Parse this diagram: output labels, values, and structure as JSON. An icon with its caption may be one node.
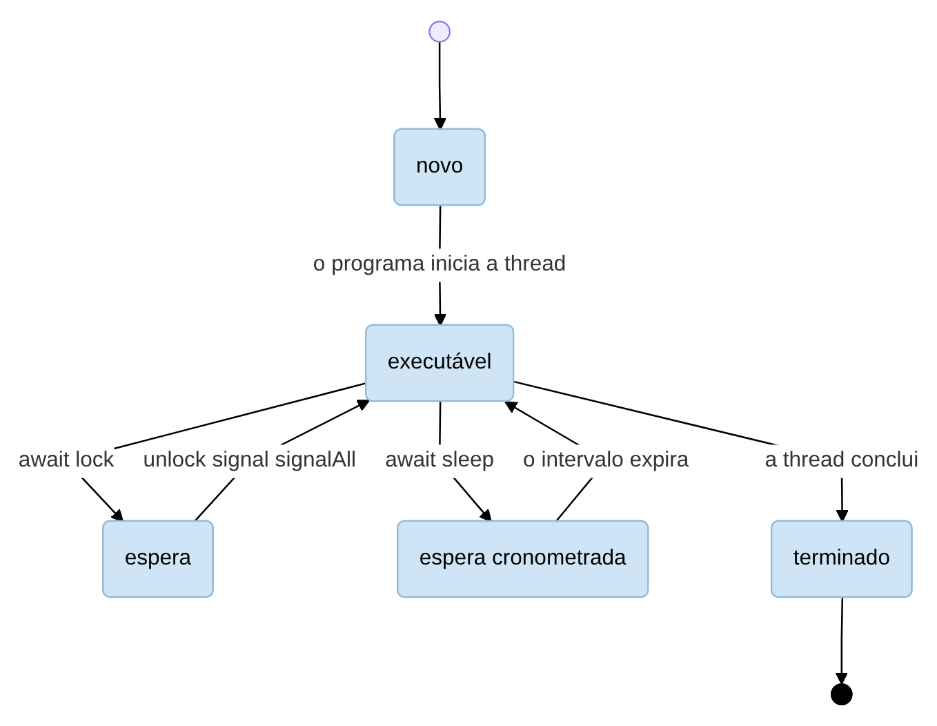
{
  "diagram": {
    "nodes": [
      {
        "text": [],
        "shape": "circle"
      },
      {
        "text": [
          "novo"
        ]
      },
      {
        "text": [
          "executável"
        ]
      },
      {
        "text": [
          "espera"
        ]
      },
      {
        "text": [
          "espera cronometrada"
        ]
      },
      {
        "text": [
          "terminado"
        ]
      },
      {
        "text": [],
        "shape": "circle"
      }
    ],
    "edges": [
      {
        "from": 0,
        "to": 1,
        "arrow": "to"
      },
      {
        "from": 1,
        "to": 2,
        "arrow": "to",
        "label": "o programa inicia a thread"
      },
      {
        "from": 3,
        "to": 2,
        "arrow": "to",
        "label": "unlock signal signalAll"
      },
      {
        "from": 2,
        "to": 3,
        "arrow": "to",
        "label": "await lock"
      },
      {
        "from": 2,
        "to": 4,
        "arrow": "to",
        "label": "await sleep"
      },
      {
        "from": 4,
        "to": 2,
        "arrow": "to",
        "label": "o intervalo expira"
      },
      {
        "from": 2,
        "to": 5,
        "arrow": "to",
        "label": "a thread conclui"
      },
      {
        "from": 5,
        "to": 6,
        "arrow": "to"
      }
    ]
  }
}
